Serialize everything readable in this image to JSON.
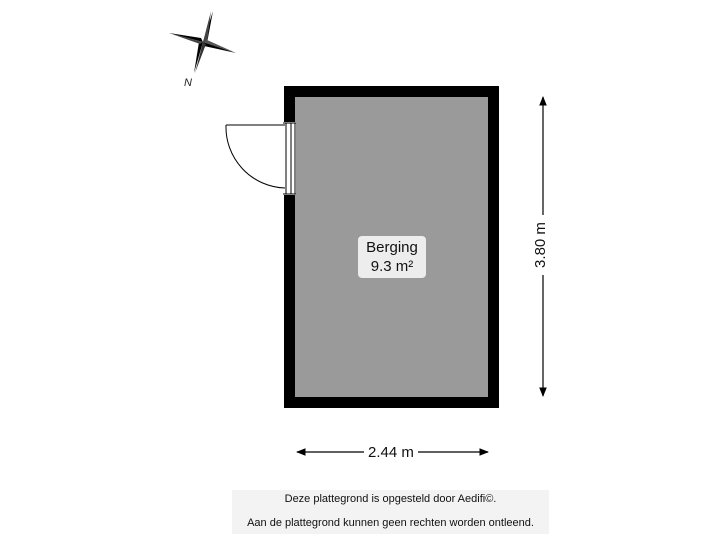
{
  "compass": {
    "north_label": "N",
    "icon": "compass-rose-icon"
  },
  "room": {
    "name": "Berging",
    "area": "9.3 m²",
    "floor_color": "#9a9a9a",
    "wall_color": "#000000"
  },
  "dimensions": {
    "width": "2.44 m",
    "height": "3.80 m"
  },
  "disclaimer": {
    "line1": "Deze plattegrond is opgesteld door Aedifi©.",
    "line2": "Aan de plattegrond kunnen geen rechten worden ontleend."
  }
}
